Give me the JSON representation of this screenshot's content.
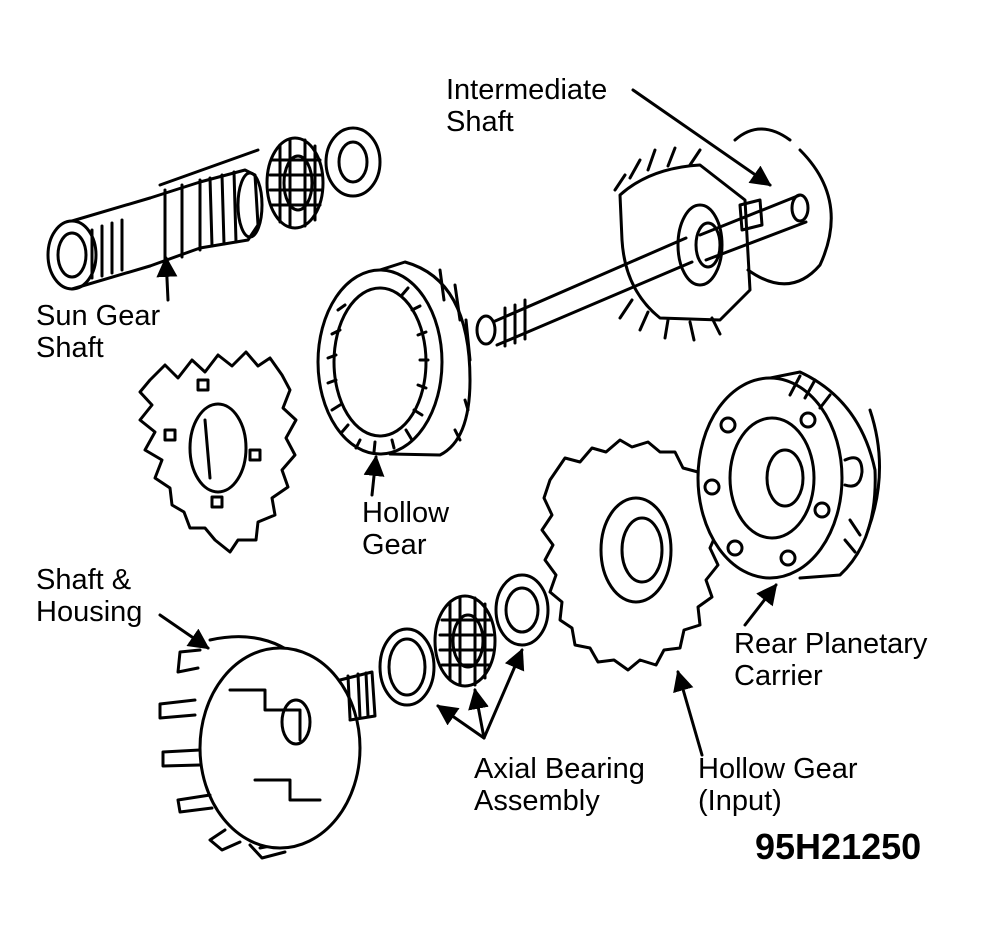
{
  "labels": {
    "intermediate_shaft": [
      "Intermediate",
      "Shaft"
    ],
    "sun_gear_shaft": [
      "Sun Gear",
      "Shaft"
    ],
    "hollow_gear": [
      "Hollow",
      "Gear"
    ],
    "shaft_housing": [
      "Shaft &",
      "Housing"
    ],
    "rear_planetary_carrier": [
      "Rear Planetary",
      "Carrier"
    ],
    "axial_bearing_assembly": [
      "Axial Bearing",
      "Assembly"
    ],
    "hollow_gear_input": [
      "Hollow Gear",
      "(Input)"
    ]
  },
  "figure_id": "95H21250"
}
